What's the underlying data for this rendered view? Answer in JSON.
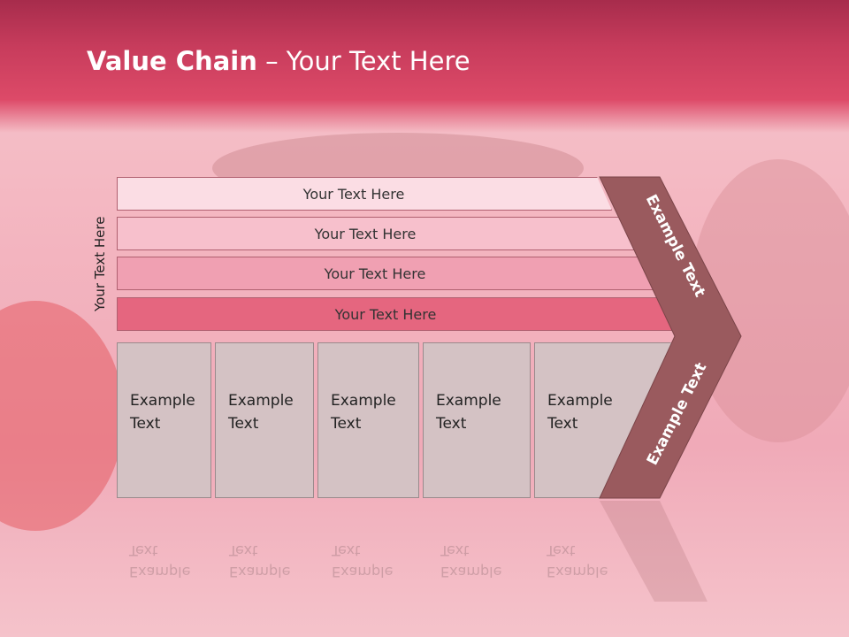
{
  "title": {
    "bold": "Value Chain",
    "rest": " – Your Text Here"
  },
  "vertical_label": "Your Text Here",
  "rows": [
    "Your Text Here",
    "Your Text Here",
    "Your Text Here",
    "Your Text Here"
  ],
  "boxes": [
    {
      "line1": "Example",
      "line2": "Text"
    },
    {
      "line1": "Example",
      "line2": "Text"
    },
    {
      "line1": "Example",
      "line2": "Text"
    },
    {
      "line1": "Example",
      "line2": "Text"
    },
    {
      "line1": "Example",
      "line2": "Text"
    }
  ],
  "chevron": {
    "top": "Example Text",
    "bottom": "Example Text"
  },
  "colors": {
    "title_band": "#c73c5c",
    "chevron": "#9a5a5e",
    "box_fill": "#d4c2c4"
  }
}
